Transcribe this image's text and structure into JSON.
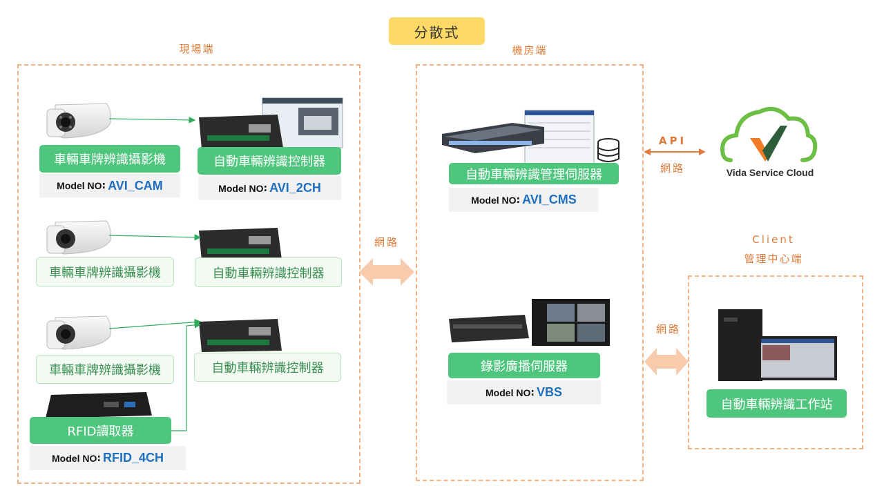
{
  "title": "分散式",
  "zones": {
    "site": "現場端",
    "server_room": "機房端",
    "client_line1": "Client",
    "client_line2": "管理中心端"
  },
  "site": {
    "camera1_label": "車輛車牌辨識攝影機",
    "camera1_model_prefix": "Model NO",
    "camera1_model": "AVI_CAM",
    "controller1_label": "自動車輛辨識控制器",
    "controller1_model_prefix": "Model NO",
    "controller1_model": "AVI_2CH",
    "camera2_label": "車輛車牌辨識攝影機",
    "controller2_label": "自動車輛辨識控制器",
    "camera3_label": "車輛車牌辨識攝影機",
    "controller3_label": "自動車輛辨識控制器",
    "rfid_label": "RFID讀取器",
    "rfid_model_prefix": "Model NO",
    "rfid_model": "RFID_4CH"
  },
  "server": {
    "cms_label": "自動車輛辨識管理伺服器",
    "cms_model_prefix": "Model NO",
    "cms_model": "AVI_CMS",
    "vbs_label": "錄影廣播伺服器",
    "vbs_model_prefix": "Model NO",
    "vbs_model": "VBS"
  },
  "client": {
    "workstation_label": "自動車輛辨識工作站"
  },
  "links": {
    "site_server": "網路",
    "api_top": "API",
    "api_bottom": "網路",
    "server_client": "網路"
  },
  "cloud": {
    "brand": "Vida Service Cloud"
  },
  "colors": {
    "accent_orange": "#e07b39",
    "dashed_border": "#f4b183",
    "green": "#4fc67e",
    "model_blue": "#1f6fbf",
    "title_yellow": "#ffd966"
  }
}
